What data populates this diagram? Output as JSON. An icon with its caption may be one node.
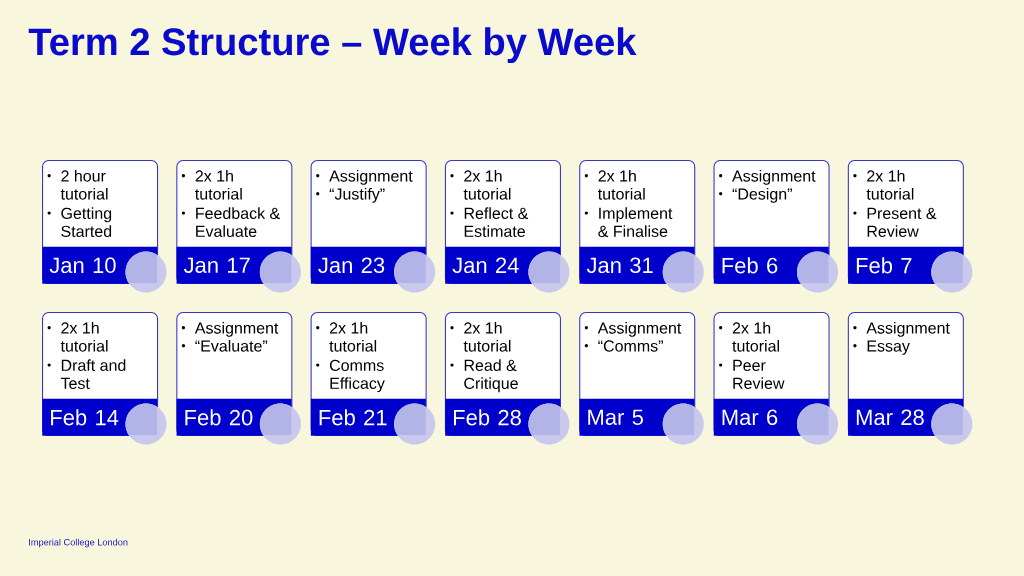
{
  "diagram": {
    "title": "Term 2 Structure – Week by Week",
    "nodes": [
      {
        "text": [
          "2 hour tutorial",
          "Getting Started"
        ]
      },
      {
        "text": [
          "Jan 10"
        ],
        "in": 0
      },
      {
        "text": [
          "2x 1h tutorial",
          "Feedback & Evaluate"
        ]
      },
      {
        "text": [
          "Jan 17"
        ],
        "in": 2
      },
      {
        "text": [
          "Assignment",
          "“Justify”"
        ]
      },
      {
        "text": [
          "Jan 23"
        ],
        "in": 4
      },
      {
        "text": [
          "2x 1h tutorial",
          "Reflect & Estimate"
        ]
      },
      {
        "text": [
          "Jan 24"
        ],
        "in": 6
      },
      {
        "text": [
          "2x 1h tutorial",
          "Implement & Finalise"
        ]
      },
      {
        "text": [
          "Jan 31"
        ],
        "in": 8
      },
      {
        "text": [
          "Assignment",
          "“Design”"
        ]
      },
      {
        "text": [
          "Feb 6"
        ],
        "in": 10
      },
      {
        "text": [
          "2x 1h tutorial",
          "Present & Review"
        ]
      },
      {
        "text": [
          "Feb 7"
        ],
        "in": 12
      },
      {
        "text": [
          "2x 1h tutorial",
          "Draft and Test"
        ]
      },
      {
        "text": [
          "Feb 14"
        ],
        "in": 14
      },
      {
        "text": [
          "Assignment",
          "“Evaluate”"
        ]
      },
      {
        "text": [
          "Feb 20"
        ],
        "in": 16
      },
      {
        "text": [
          "2x 1h tutorial",
          "Comms Efficacy"
        ]
      },
      {
        "text": [
          "Feb 21"
        ],
        "in": 18
      },
      {
        "text": [
          "2x 1h tutorial",
          "Read & Critique"
        ]
      },
      {
        "text": [
          "Feb 28"
        ],
        "in": 20
      },
      {
        "text": [
          "Assignment",
          "“Comms”"
        ]
      },
      {
        "text": [
          "Mar 5"
        ],
        "in": 22
      },
      {
        "text": [
          "2x 1h tutorial",
          "Peer Review"
        ]
      },
      {
        "text": [
          "Mar 6"
        ],
        "in": 24
      },
      {
        "text": [
          "Assignment",
          "Essay"
        ]
      },
      {
        "text": [
          "Mar 28"
        ],
        "in": 26
      }
    ],
    "labels": [
      "Imperial College London"
    ]
  }
}
